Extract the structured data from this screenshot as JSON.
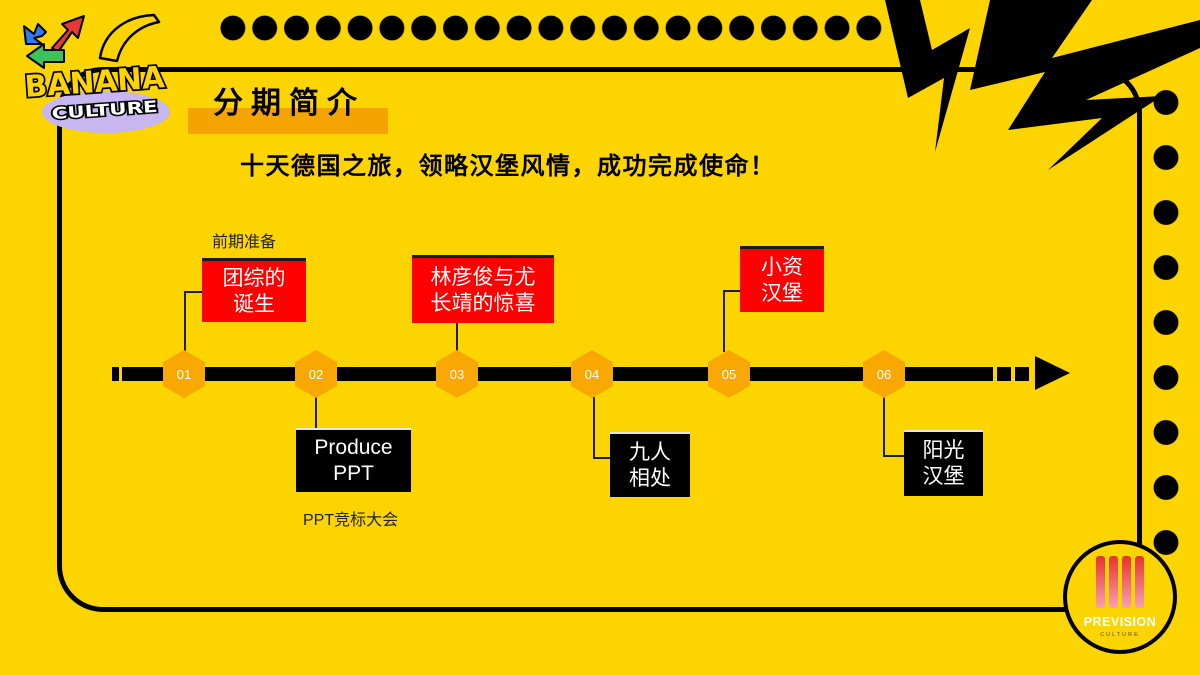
{
  "slide": {
    "title": "分期简介",
    "subtitle": "十天德国之旅，领略汉堡风情，成功完成使命！"
  },
  "logo_top": {
    "line1": "BANANA",
    "line2": "CULTURE"
  },
  "logo_bottom": {
    "line1": "PREVISION",
    "line2": "CULTURE"
  },
  "timeline": {
    "nodes": [
      {
        "number": "01",
        "lines": [
          "团综的",
          "诞生"
        ],
        "note": "前期准备"
      },
      {
        "number": "02",
        "lines": [
          "Produce",
          "PPT"
        ],
        "note": "PPT竞标大会"
      },
      {
        "number": "03",
        "lines": [
          "林彦俊与尤",
          "长靖的惊喜"
        ]
      },
      {
        "number": "04",
        "lines": [
          "九人",
          "相处"
        ]
      },
      {
        "number": "05",
        "lines": [
          "小资",
          "汉堡"
        ]
      },
      {
        "number": "06",
        "lines": [
          "阳光",
          "汉堡"
        ]
      }
    ]
  },
  "colors": {
    "background": "#FCD500",
    "hexagon": "#F8A800",
    "box_red": "#FF0000",
    "box_dark": "#000000",
    "title_bar": "#F5A300",
    "text": "#000000"
  }
}
